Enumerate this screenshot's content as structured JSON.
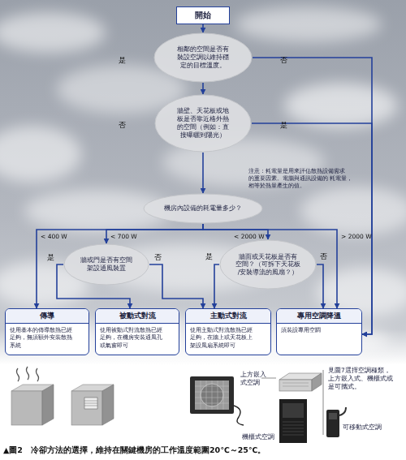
{
  "diagram": {
    "caption": "▲圖2　冷卻方法的選擇，維持在關鍵機房的工作溫度範圍20℃～25℃。",
    "nodes": [
      {
        "text": [
          "開始"
        ]
      },
      {
        "text": [
          "相鄰的空間是否有 裝設空調以維持穩 定的目標溫度。"
        ]
      },
      {
        "text": [
          "牆壁、天花板或地 板是否靠近格外熱 的空間（例如：直 接曝曬到陽光）"
        ]
      },
      {
        "text": [
          "機房內設備的耗電量多少？"
        ]
      },
      {
        "text": [
          "牆或門是否有空間 架設通風裝置"
        ]
      },
      {
        "text": [
          "牆面或天花板是否有 空間？（可拆下天花板 /安裝導流的風扇？）"
        ]
      },
      {
        "text": [
          "傳導",
          "使用基本的傳導散熱已經 足夠，無須額外安裝散熱 系統"
        ]
      },
      {
        "text": [
          "被動式對流",
          "使用被動式對流散熱已經 足夠，在機房安裝通風孔 或氣窗即可"
        ]
      },
      {
        "text": [
          "主動式對流",
          "使用主動式對流散熱已經 足夠，在牆上或天花板上 架設風扇系統即可"
        ]
      },
      {
        "text": [
          "專用空調降溫",
          "須裝設專用空調"
        ]
      }
    ],
    "edges": [
      {
        "from": 0,
        "to": 1,
        "arrow": "to"
      },
      {
        "from": 1,
        "to": 2,
        "arrow": "to",
        "label": "是"
      },
      {
        "from": 1,
        "to": 9,
        "arrow": "to",
        "label": "否"
      },
      {
        "from": 2,
        "to": 3,
        "arrow": "to",
        "label": "否"
      },
      {
        "from": 2,
        "to": 9,
        "arrow": "to",
        "label": "是"
      },
      {
        "from": 3,
        "to": 6,
        "arrow": "to",
        "label": "< 400 W"
      },
      {
        "from": 3,
        "to": 4,
        "arrow": "to",
        "label": "< 700 W"
      },
      {
        "from": 3,
        "to": 5,
        "arrow": "to",
        "label": "< 2000 W"
      },
      {
        "from": 3,
        "to": 9,
        "arrow": "to",
        "label": "> 2000 W"
      },
      {
        "from": 4,
        "to": 7,
        "arrow": "to",
        "label": "是"
      },
      {
        "from": 4,
        "to": 8,
        "arrow": "to",
        "label": "否"
      },
      {
        "from": 5,
        "to": 8,
        "arrow": "to",
        "label": "是"
      },
      {
        "from": 5,
        "to": 9,
        "arrow": "to",
        "label": "否"
      }
    ],
    "labels": [
      "注意：耗電量是用來評估散熱設備需求 的重要因素。電腦與通訊設備的 耗電量，相等於熱量產生的值。",
      "上方嵌入 式空調",
      "見圖7選擇空調種類， 上方嵌入式、機櫃式或 是可攜式。",
      "機櫃式空調",
      "可移動式空調"
    ]
  }
}
